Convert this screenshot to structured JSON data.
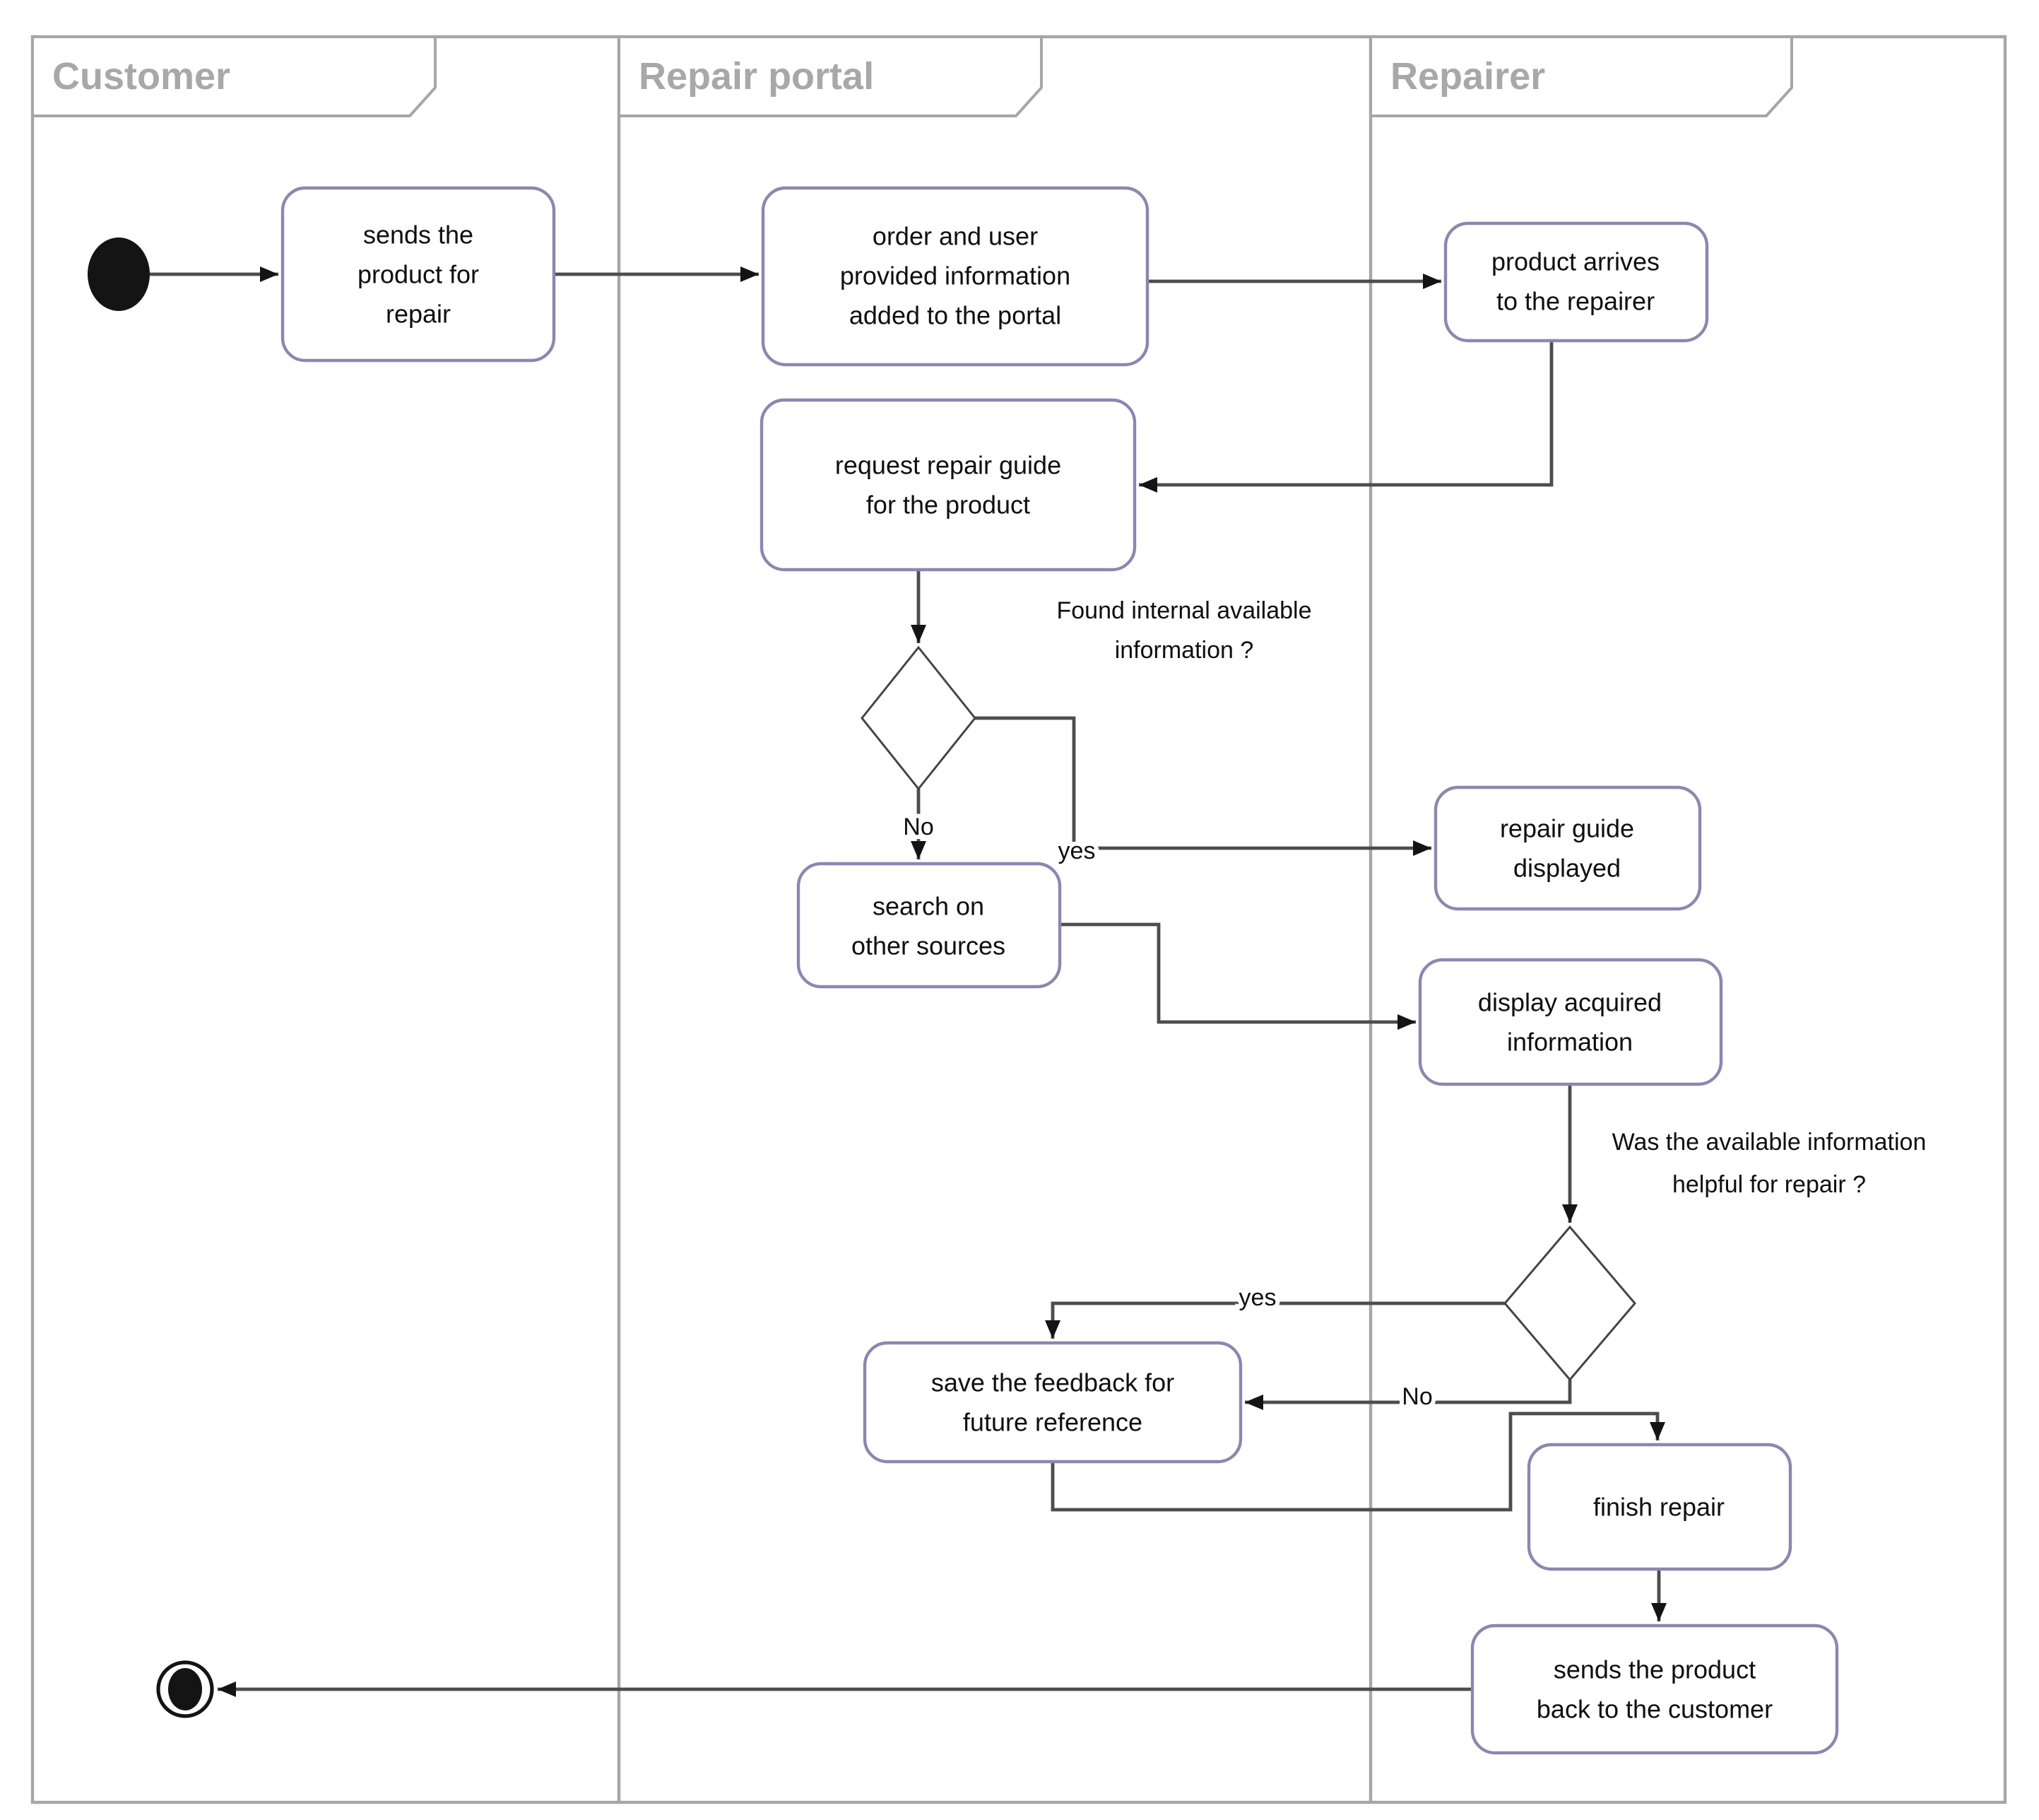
{
  "diagram": {
    "type": "uml-activity-swimlane-flowchart",
    "lanes": [
      {
        "title": "Customer"
      },
      {
        "title": "Repair portal"
      },
      {
        "title": "Repairer"
      }
    ],
    "activities": {
      "start": {
        "kind": "initial-node"
      },
      "sends_product": {
        "lane": "Customer",
        "lines": [
          "sends the",
          "product for",
          "repair"
        ]
      },
      "order_user": {
        "lane": "Repair portal",
        "lines": [
          "order and user",
          "provided information",
          "added to the portal"
        ]
      },
      "product_arrives": {
        "lane": "Repairer",
        "lines": [
          "product arrives",
          "to the repairer"
        ]
      },
      "request_guide": {
        "lane": "Repair portal",
        "lines": [
          "request repair guide",
          "for the product"
        ]
      },
      "search_other": {
        "lane": "Repair portal",
        "lines": [
          "search on",
          "other sources"
        ]
      },
      "repair_guide_displayed": {
        "lane": "Repairer",
        "lines": [
          "repair guide",
          "displayed"
        ]
      },
      "display_acquired": {
        "lane": "Repairer",
        "lines": [
          "display acquired",
          "information"
        ]
      },
      "save_feedback": {
        "lane": "Repair portal",
        "lines": [
          "save the feedback for",
          "future reference"
        ]
      },
      "finish_repair": {
        "lane": "Repairer",
        "lines": [
          "finish repair"
        ]
      },
      "sends_back": {
        "lane": "Repairer",
        "lines": [
          "sends the product",
          "back to the customer"
        ]
      },
      "end": {
        "kind": "final-node"
      }
    },
    "decisions": {
      "found_info": {
        "question": [
          "Found internal available",
          "information ?"
        ],
        "no_label": "No",
        "yes_label": "yes"
      },
      "info_helpful": {
        "question": [
          "Was the available information",
          "helpful for repair ?"
        ],
        "yes_label": "yes",
        "no_label": "No"
      }
    },
    "colors": {
      "background": "#ffffff",
      "activity_border": "#8d86b0",
      "decision_border": "#454545",
      "connector": "#4d4d4d",
      "arrowhead": "#141414",
      "terminal": "#141414",
      "lane_border": "#a6a6a6",
      "lane_title": "#a8a8a8",
      "text": "#0f0f0f"
    }
  }
}
